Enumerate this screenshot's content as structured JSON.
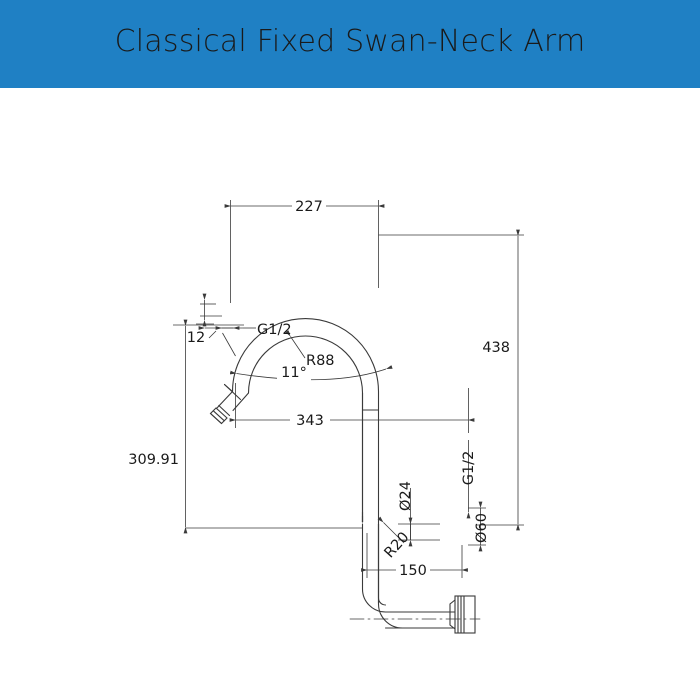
{
  "header": {
    "title": "Classical Fixed Swan-Neck Arm",
    "background_color": "#1f80c4",
    "text_color": "#1a1a1a"
  },
  "drawing": {
    "background_color": "#ffffff",
    "line_color": "#3a3a3a",
    "text_color": "#1a1a1a",
    "subject": "Classical Fixed Swan-Neck Arm",
    "view": "side-elevation-technical-drawing",
    "units": "mm",
    "dimensions": {
      "width_227": "227",
      "height_438": "438",
      "height_309_91": "309.91",
      "reach_343": "343",
      "projection_150": "150",
      "outlet_offset_12": "12",
      "angle_11": "11°",
      "radius_r88": "R88",
      "radius_r20": "R20",
      "diameter_24": "Ø24",
      "diameter_60": "Ø60",
      "thread_outlet": "G1/2",
      "thread_inlet": "G1/2"
    }
  }
}
